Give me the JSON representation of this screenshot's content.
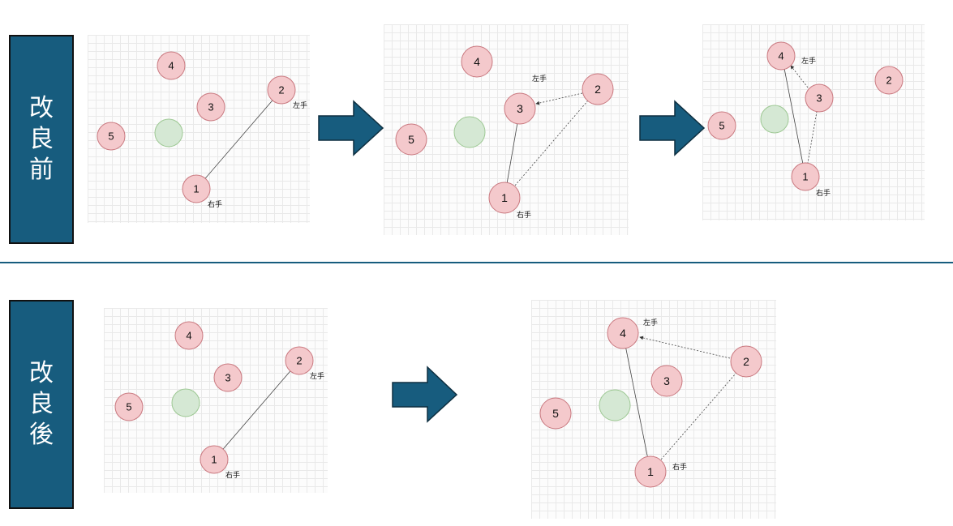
{
  "sections": [
    {
      "label": "改良前"
    },
    {
      "label": "改良後"
    }
  ],
  "colors": {
    "label_bg": "#175c7e",
    "arrow_fill": "#175c7e",
    "node_fill": "#f4c9cc",
    "node_stroke": "#c9787f",
    "target_fill": "#d5e8d4",
    "target_stroke": "#9dc893"
  },
  "hand_labels": {
    "left": "左手",
    "right": "右手"
  },
  "node_labels": [
    "1",
    "2",
    "3",
    "4",
    "5"
  ]
}
